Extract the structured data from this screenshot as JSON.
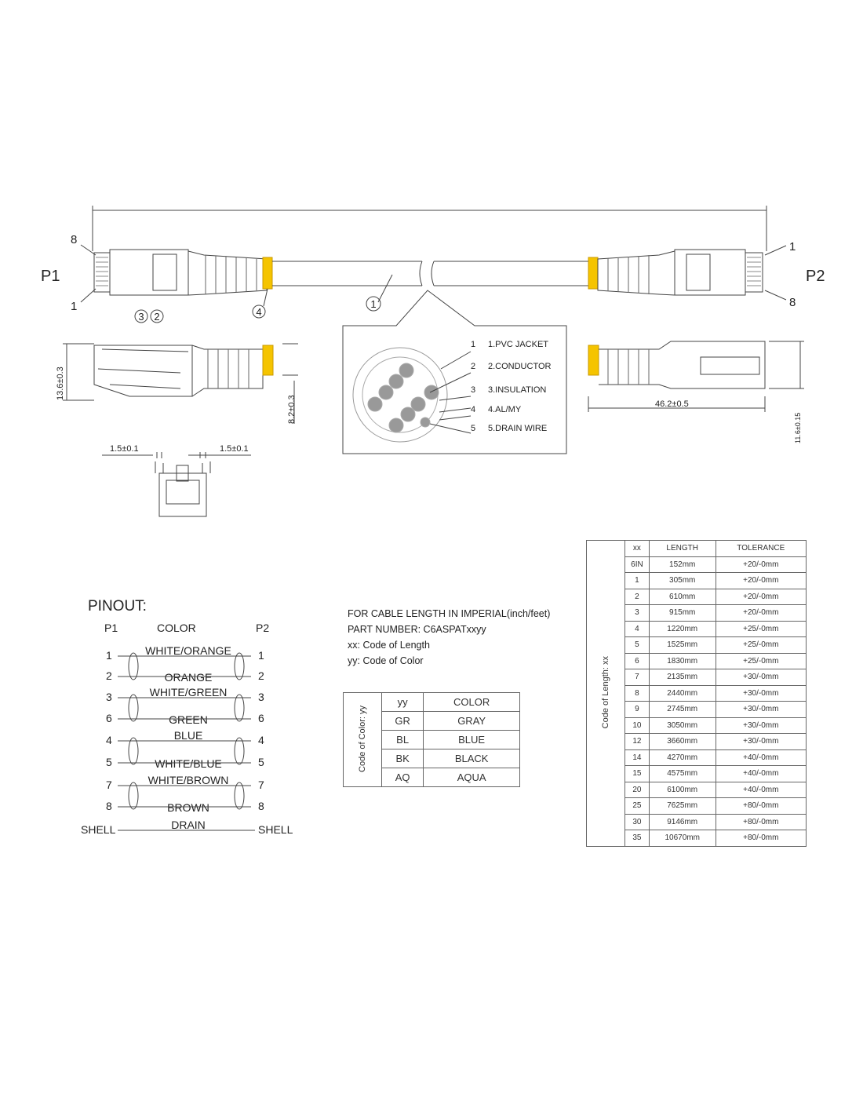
{
  "drawing": {
    "plug_left_label": "P1",
    "plug_right_label": "P2",
    "pin_8_left": "8",
    "pin_1_left": "1",
    "pin_1_right": "1",
    "pin_8_right": "8",
    "callout_3": "3",
    "callout_2": "2",
    "callout_4": "4",
    "callout_1": "1",
    "dim_height": "13.6±0.3",
    "dim_boot": "8.2±0.3",
    "dim_length": "46.2±0.5",
    "dim_width": "11.6±0.15",
    "dim_latch_left": "1.5±0.1",
    "dim_latch_right": "1.5±0.1",
    "boot_color": "#f5c400"
  },
  "cross_section": {
    "items": [
      {
        "num": "1",
        "label": "1.PVC JACKET"
      },
      {
        "num": "2",
        "label": "2.CONDUCTOR"
      },
      {
        "num": "3",
        "label": "3.INSULATION"
      },
      {
        "num": "4",
        "label": "4.AL/MY"
      },
      {
        "num": "5",
        "label": "5.DRAIN WIRE"
      }
    ]
  },
  "pinout": {
    "title": "PINOUT:",
    "header_p1": "P1",
    "header_color": "COLOR",
    "header_p2": "P2",
    "rows": [
      {
        "p1": "1",
        "color": "WHITE/ORANGE",
        "p2": "1"
      },
      {
        "p1": "2",
        "color": "ORANGE",
        "p2": "2"
      },
      {
        "p1": "3",
        "color": "WHITE/GREEN",
        "p2": "3"
      },
      {
        "p1": "6",
        "color": "GREEN",
        "p2": "6"
      },
      {
        "p1": "4",
        "color": "BLUE",
        "p2": "4"
      },
      {
        "p1": "5",
        "color": "WHITE/BLUE",
        "p2": "5"
      },
      {
        "p1": "7",
        "color": "WHITE/BROWN",
        "p2": "7"
      },
      {
        "p1": "8",
        "color": "BROWN",
        "p2": "8"
      },
      {
        "p1": "SHELL",
        "color": "DRAIN",
        "p2": "SHELL"
      }
    ]
  },
  "part_info": {
    "line1": "FOR CABLE LENGTH IN IMPERIAL(inch/feet)",
    "line2": "PART NUMBER: C6ASPATxxyy",
    "line3": "xx: Code of Length",
    "line4": "yy: Code of Color"
  },
  "color_table": {
    "side_label": "Code of Color: yy",
    "headers": [
      "yy",
      "COLOR"
    ],
    "rows": [
      [
        "GR",
        "GRAY"
      ],
      [
        "BL",
        "BLUE"
      ],
      [
        "BK",
        "BLACK"
      ],
      [
        "AQ",
        "AQUA"
      ]
    ]
  },
  "length_table": {
    "side_label": "Code of Length: xx",
    "headers": [
      "xx",
      "LENGTH",
      "TOLERANCE"
    ],
    "rows": [
      [
        "6IN",
        "152mm",
        "+20/-0mm"
      ],
      [
        "1",
        "305mm",
        "+20/-0mm"
      ],
      [
        "2",
        "610mm",
        "+20/-0mm"
      ],
      [
        "3",
        "915mm",
        "+20/-0mm"
      ],
      [
        "4",
        "1220mm",
        "+25/-0mm"
      ],
      [
        "5",
        "1525mm",
        "+25/-0mm"
      ],
      [
        "6",
        "1830mm",
        "+25/-0mm"
      ],
      [
        "7",
        "2135mm",
        "+30/-0mm"
      ],
      [
        "8",
        "2440mm",
        "+30/-0mm"
      ],
      [
        "9",
        "2745mm",
        "+30/-0mm"
      ],
      [
        "10",
        "3050mm",
        "+30/-0mm"
      ],
      [
        "12",
        "3660mm",
        "+30/-0mm"
      ],
      [
        "14",
        "4270mm",
        "+40/-0mm"
      ],
      [
        "15",
        "4575mm",
        "+40/-0mm"
      ],
      [
        "20",
        "6100mm",
        "+40/-0mm"
      ],
      [
        "25",
        "7625mm",
        "+80/-0mm"
      ],
      [
        "30",
        "9146mm",
        "+80/-0mm"
      ],
      [
        "35",
        "10670mm",
        "+80/-0mm"
      ]
    ]
  }
}
